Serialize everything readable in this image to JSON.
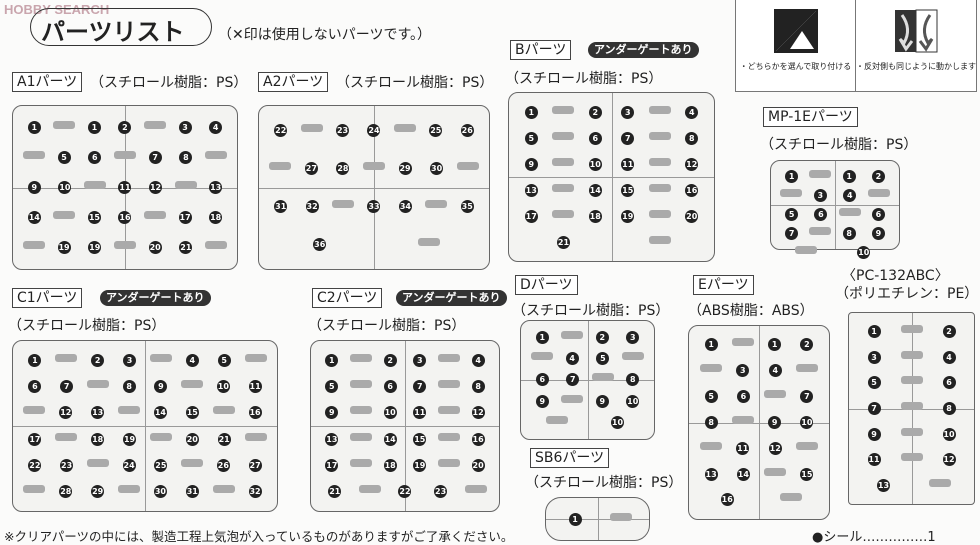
{
  "watermark": "HOBBY SEARCH",
  "title": "パーツリスト",
  "note": "（✕印は使用しないパーツです。）",
  "icons": [
    {
      "name": "choose-one-icon",
      "caption": "・どちらかを選んで取り付ける"
    },
    {
      "name": "mirror-side-icon",
      "caption": "・反対側も同じように動かします"
    }
  ],
  "sections": {
    "a1": {
      "label": "A1パーツ",
      "resin": "（スチロール樹脂：PS）",
      "parts": [
        "1",
        "1",
        "2",
        "3",
        "4",
        "5",
        "6",
        "7",
        "8",
        "9",
        "10",
        "11",
        "12",
        "13",
        "14",
        "15",
        "16",
        "17",
        "18",
        "19",
        "19",
        "20",
        "21"
      ]
    },
    "a2": {
      "label": "A2パーツ",
      "resin": "（スチロール樹脂：PS）",
      "parts": [
        "22",
        "23",
        "24",
        "25",
        "26",
        "27",
        "28",
        "29",
        "30",
        "31",
        "32",
        "33",
        "34",
        "35",
        "36"
      ]
    },
    "b": {
      "label": "Bパーツ",
      "badge": "アンダーゲートあり",
      "resin": "（スチロール樹脂：PS）",
      "parts": [
        "1",
        "2",
        "3",
        "4",
        "5",
        "6",
        "7",
        "8",
        "9",
        "10",
        "11",
        "12",
        "13",
        "14",
        "15",
        "16",
        "17",
        "18",
        "19",
        "20",
        "21"
      ]
    },
    "mp1e": {
      "label": "MP-1Eパーツ",
      "resin": "（スチロール樹脂：PS）",
      "parts": [
        "1",
        "1",
        "2",
        "3",
        "4",
        "5",
        "6",
        "6",
        "7",
        "8",
        "9",
        "10"
      ]
    },
    "c1": {
      "label": "C1パーツ",
      "badge": "アンダーゲートあり",
      "resin": "（スチロール樹脂：PS）",
      "parts": [
        "1",
        "2",
        "3",
        "4",
        "5",
        "6",
        "7",
        "8",
        "9",
        "10",
        "11",
        "12",
        "13",
        "14",
        "15",
        "16",
        "17",
        "18",
        "19",
        "20",
        "21",
        "22",
        "23",
        "24",
        "25",
        "26",
        "27",
        "28",
        "29",
        "30",
        "31",
        "32"
      ]
    },
    "c2": {
      "label": "C2パーツ",
      "badge": "アンダーゲートあり",
      "resin": "（スチロール樹脂：PS）",
      "parts": [
        "1",
        "2",
        "3",
        "4",
        "5",
        "6",
        "7",
        "8",
        "9",
        "10",
        "11",
        "12",
        "13",
        "14",
        "15",
        "16",
        "17",
        "18",
        "19",
        "20",
        "21",
        "22",
        "23"
      ]
    },
    "d": {
      "label": "Dパーツ",
      "resin": "（スチロール樹脂：PS）",
      "parts": [
        "1",
        "2",
        "3",
        "4",
        "5",
        "6",
        "7",
        "8",
        "9",
        "9",
        "10",
        "10"
      ]
    },
    "sb6": {
      "label": "SB6パーツ",
      "resin": "（スチロール樹脂：PS）",
      "parts": [
        "1"
      ]
    },
    "e": {
      "label": "Eパーツ",
      "resin": "（ABS樹脂：ABS）",
      "parts": [
        "1",
        "1",
        "2",
        "3",
        "4",
        "5",
        "6",
        "7",
        "8",
        "9",
        "10",
        "11",
        "12",
        "13",
        "14",
        "15",
        "16"
      ]
    },
    "pc": {
      "label": "〈PC-132ABC〉",
      "resin": "（ポリエチレン：PE）",
      "parts": [
        "1",
        "2",
        "3",
        "4",
        "5",
        "6",
        "7",
        "8",
        "9",
        "10",
        "11",
        "12",
        "13"
      ]
    }
  },
  "footer": "※クリアパーツの中には、製造工程上気泡が入っているものがありますがご了承ください。",
  "seal": "●シール……………1"
}
